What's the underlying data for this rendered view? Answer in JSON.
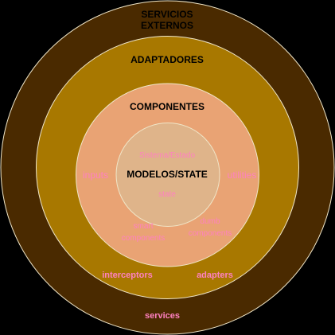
{
  "colors": {
    "background": "#000000",
    "ring_outer": "#4a2a00",
    "ring_adapters": "#a87800",
    "ring_components": "#e9a374",
    "ring_core": "#dfb48a",
    "stroke": "#f0e6c8",
    "label_item": "#ff80c0",
    "label_title": "#000000"
  },
  "rings": {
    "external": {
      "title_line1": "SERVICIOS",
      "title_line2": "EXTERNOS",
      "items": [
        "services"
      ]
    },
    "adapters": {
      "title": "ADAPTADORES",
      "items": [
        "interceptors",
        "adapters"
      ]
    },
    "components": {
      "title": "COMPONENTES",
      "items": [
        "inputs",
        "utilities",
        "dumb",
        "components",
        "smart",
        "components"
      ]
    },
    "core": {
      "title": "MODELOS/STATE",
      "items": [
        "Sistema/Estado",
        "state"
      ]
    }
  }
}
